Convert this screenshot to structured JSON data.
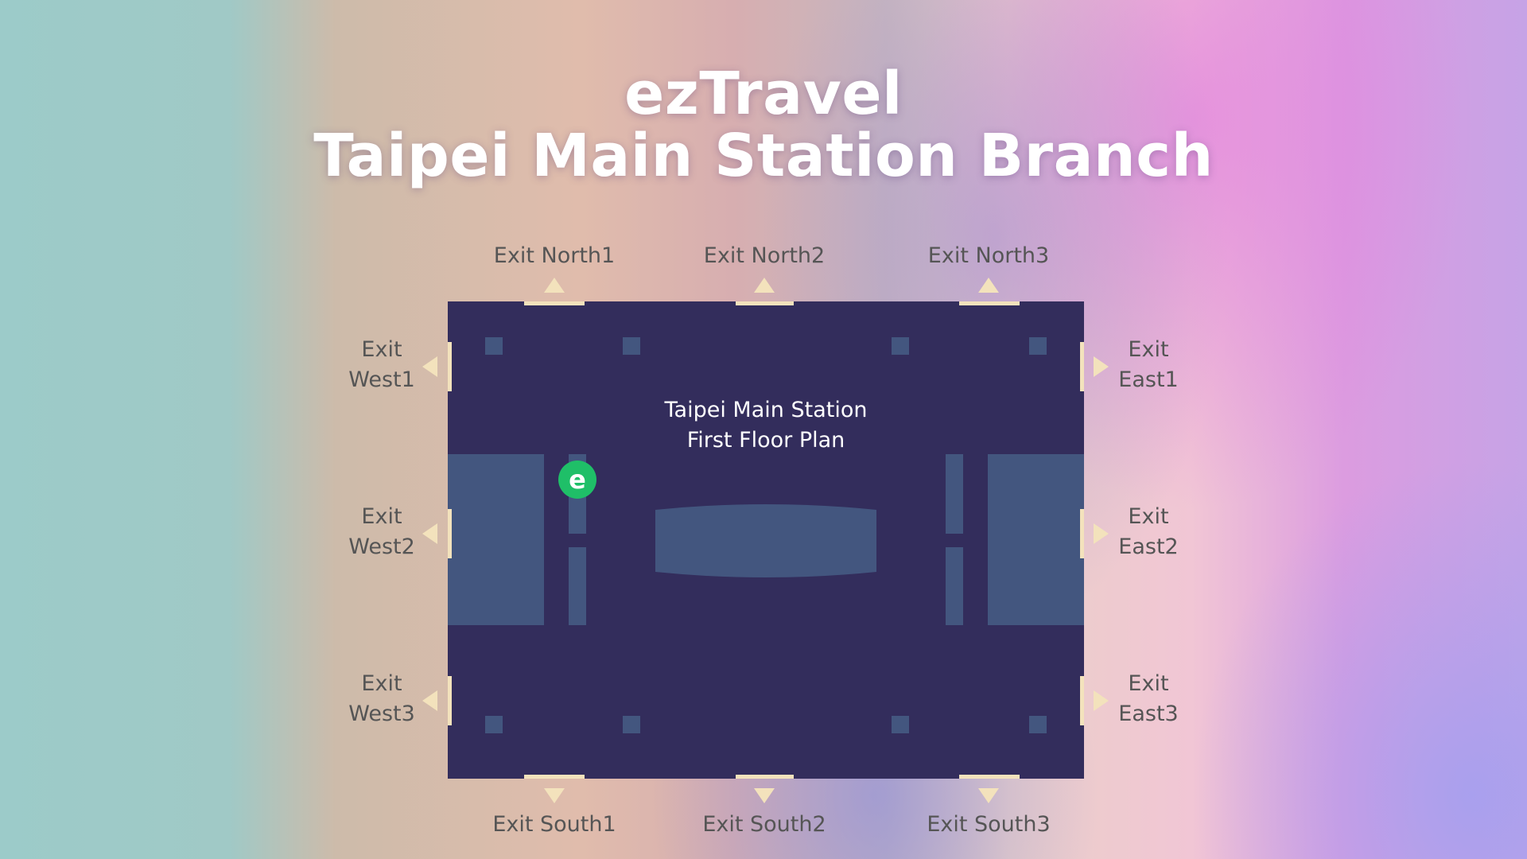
{
  "header": {
    "title_line1": "ezTravel",
    "title_line2": "Taipei Main Station Branch"
  },
  "plan": {
    "caption_line1": "Taipei Main Station",
    "caption_line2": "First Floor Plan",
    "marker_glyph": "e",
    "marker_icon": "eztravel-logo-icon",
    "colors": {
      "floor": "#332d5c",
      "blocks": "#43567f",
      "exits": "#f3e2bc",
      "marker": "#1fbf68"
    }
  },
  "exits": {
    "north": [
      "Exit North1",
      "Exit North2",
      "Exit North3"
    ],
    "south": [
      "Exit South1",
      "Exit South2",
      "Exit South3"
    ],
    "west": [
      {
        "line1": "Exit",
        "line2": "West1"
      },
      {
        "line1": "Exit",
        "line2": "West2"
      },
      {
        "line1": "Exit",
        "line2": "West3"
      }
    ],
    "east": [
      {
        "line1": "Exit",
        "line2": "East1"
      },
      {
        "line1": "Exit",
        "line2": "East2"
      },
      {
        "line1": "Exit",
        "line2": "East3"
      }
    ]
  }
}
